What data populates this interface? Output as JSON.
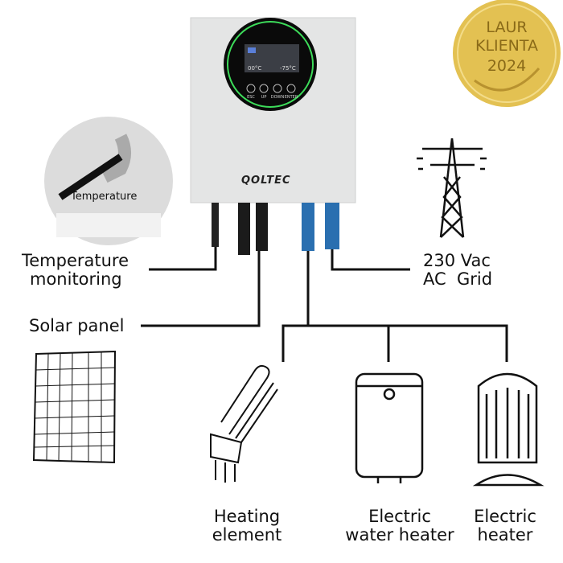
{
  "badge": {
    "line1": "LAUR",
    "line2": "KLIENTA",
    "year": "2024",
    "color": "#e3c152"
  },
  "device": {
    "brand": "QOLTEC",
    "display": {
      "temp_left": "00°C",
      "temp_right": "-75°C"
    },
    "buttons": [
      "ESC",
      "UP",
      "DOWN",
      "ENTER"
    ],
    "ring_color": "#3ddc5a",
    "body_color": "#e4e5e5"
  },
  "inset": {
    "label": "Temperature"
  },
  "labels": {
    "temperature": {
      "line1": "Temperature",
      "line2": "monitoring"
    },
    "solar": "Solar panel",
    "grid": {
      "line1": "230 Vac",
      "line2": "AC  Grid"
    },
    "heating_element": {
      "line1": "Heating",
      "line2": "element"
    },
    "water_heater": {
      "line1": "Electric",
      "line2": "water heater"
    },
    "heater": {
      "line1": "Electric",
      "line2": "heater"
    }
  }
}
